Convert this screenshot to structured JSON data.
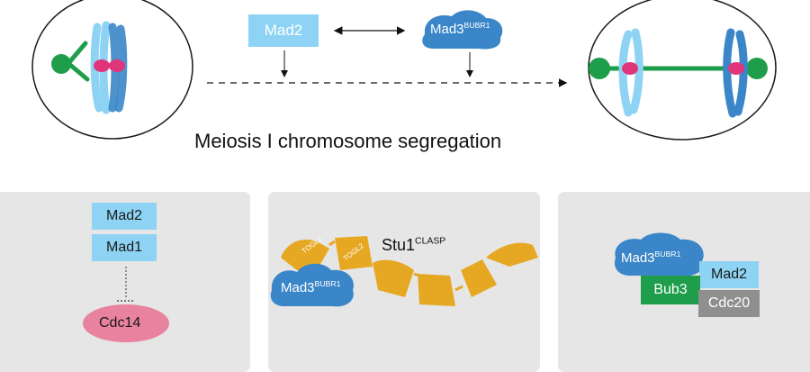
{
  "top": {
    "mad2_label": "Mad2",
    "mad3_label": "Mad3",
    "mad3_sup": "BUBR1",
    "caption": "Meiosis I chromosome segregation"
  },
  "panel_left": {
    "mad2_label": "Mad2",
    "mad1_label": "Mad1",
    "cdc14_label": "Cdc14"
  },
  "panel_middle": {
    "stu1_label": "Stu1",
    "stu1_sup": "CLASP",
    "togl1_label": "TOGL1",
    "togl2_label": "TOGL2",
    "mad3_label": "Mad3",
    "mad3_sup": "BUBR1"
  },
  "panel_right": {
    "mad3_label": "Mad3",
    "mad3_sup": "BUBR1",
    "mad2_label": "Mad2",
    "bub3_label": "Bub3",
    "cdc20_label": "Cdc20"
  },
  "colors": {
    "light_blue": "#8fd3f4",
    "dark_blue": "#3a86c8",
    "green": "#1e9e4a",
    "magenta": "#e0357a",
    "gold": "#e6a823",
    "pink": "#e8829e",
    "gray": "#8f8f8f",
    "panel": "#e6e6e6"
  }
}
